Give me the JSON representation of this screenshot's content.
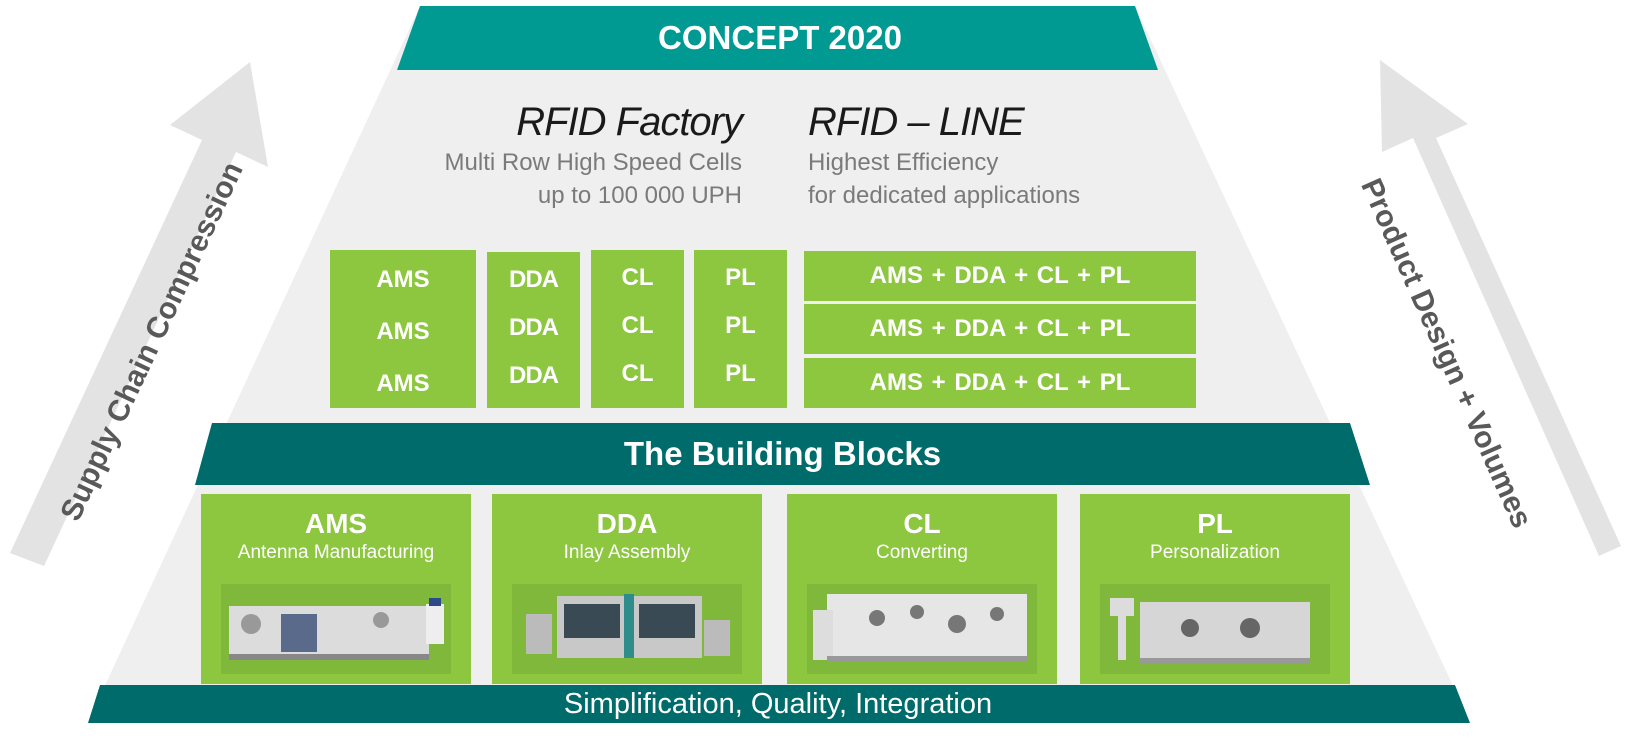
{
  "header": {
    "title": "CONCEPT 2020"
  },
  "factory": {
    "title": "RFID Factory",
    "line1": "Multi Row High Speed Cells",
    "line2": "up to 100 000 UPH",
    "rows": [
      [
        "AMS",
        "DDA",
        "CL",
        "PL"
      ],
      [
        "AMS",
        "DDA",
        "CL",
        "PL"
      ],
      [
        "AMS",
        "DDA",
        "CL",
        "PL"
      ]
    ]
  },
  "line": {
    "title": "RFID – LINE",
    "line1": "Highest Efficiency",
    "line2": "for dedicated applications",
    "rows": [
      "AMS + DDA + CL +   PL",
      "AMS + DDA + CL +   PL",
      "AMS + DDA + CL +   PL"
    ]
  },
  "building_blocks": {
    "title": "The Building Blocks",
    "items": [
      {
        "code": "AMS",
        "name": "Antenna Manufacturing"
      },
      {
        "code": "DDA",
        "name": "Inlay Assembly"
      },
      {
        "code": "CL",
        "name": "Converting"
      },
      {
        "code": "PL",
        "name": "Personalization"
      }
    ]
  },
  "footer": {
    "text": "Simplification, Quality, Integration"
  },
  "arrows": {
    "left": "Supply Chain Compression",
    "right": "Product Design + Volumes"
  },
  "colors": {
    "teal": "#009a93",
    "dark_teal": "#006b6b",
    "green": "#8dc63f",
    "pyramid": "#efefef",
    "arrow": "#e3e3e3"
  }
}
